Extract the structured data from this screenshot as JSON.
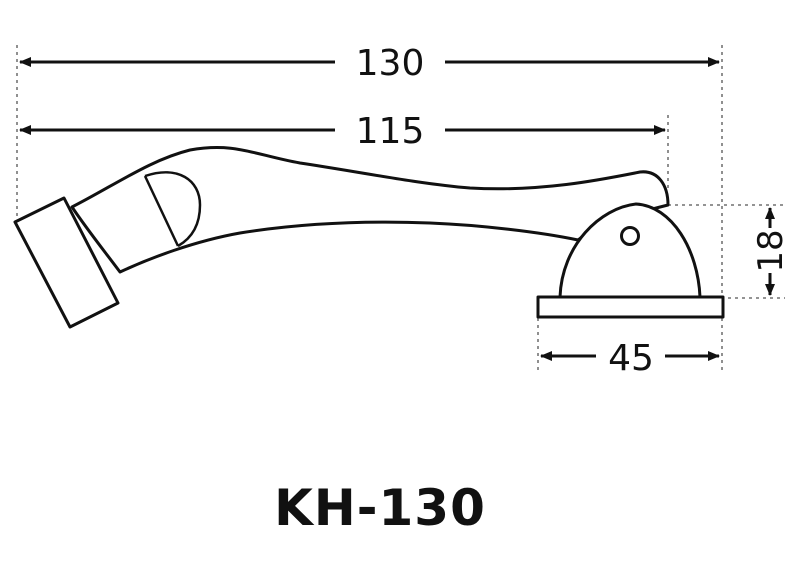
{
  "dimensions": {
    "overall_length": "130",
    "arm_length": "115",
    "base_width": "45",
    "mount_height": "18"
  },
  "model": "KH-130"
}
